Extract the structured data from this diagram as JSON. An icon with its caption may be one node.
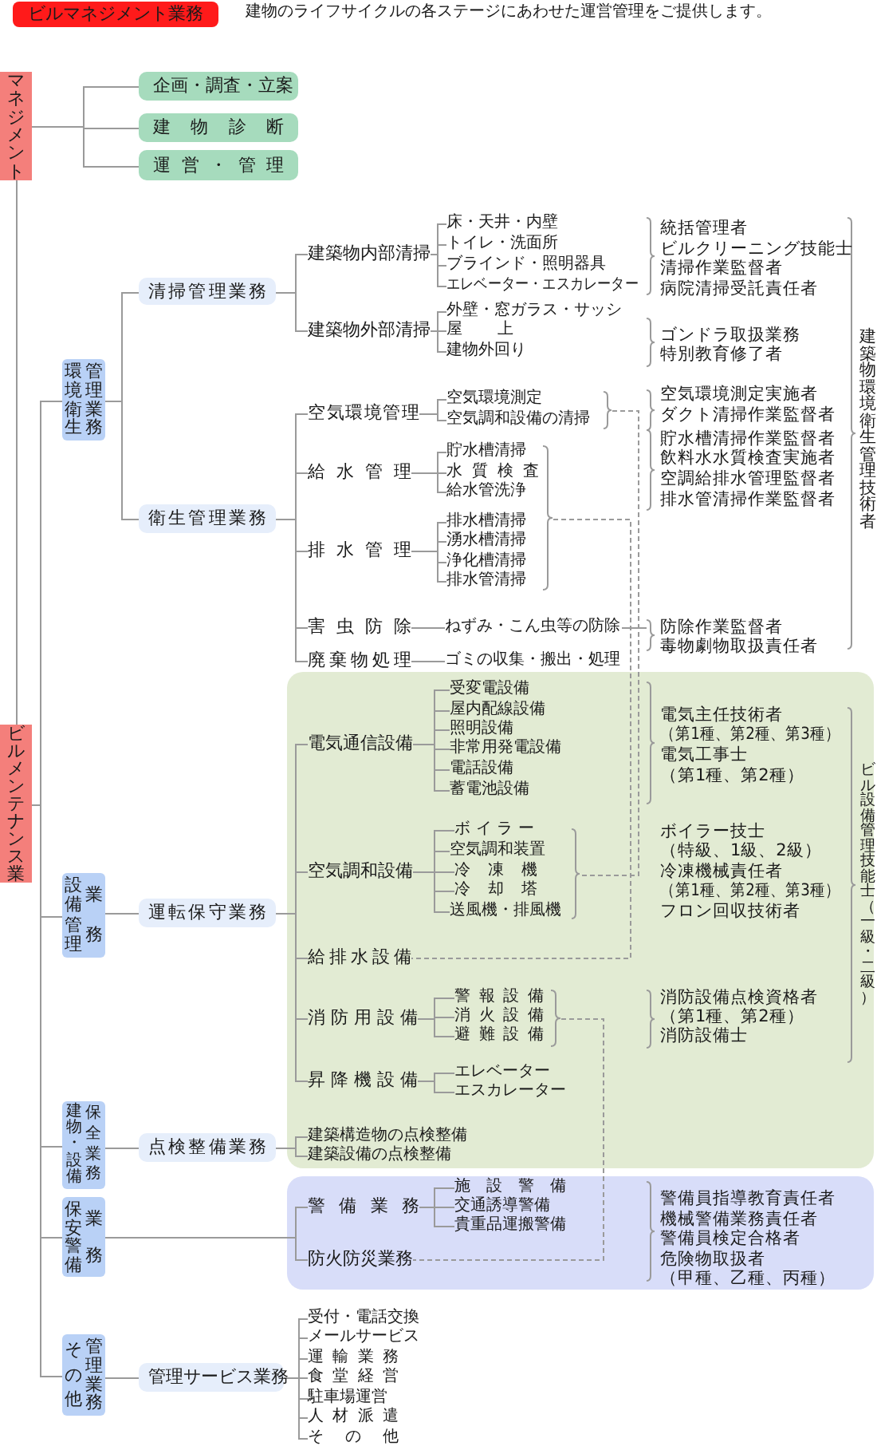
{
  "diagram": {
    "title": "ビルマネジメント業務",
    "nodes": [
      {
        "text": [
          "マネジメント"
        ]
      },
      {
        "text": [
          "企画・調査・立案"
        ]
      },
      {
        "text": [
          "建物診断"
        ]
      },
      {
        "text": [
          "運営・管理"
        ]
      },
      {
        "text": [
          "ビルメンテナンス業"
        ]
      },
      {
        "text": [
          "環境衛生管理業務"
        ]
      },
      {
        "text": [
          "清掃管理業務"
        ]
      },
      {
        "text": [
          "建築物内部清掃"
        ]
      },
      {
        "text": [
          "床・天井・内壁"
        ]
      },
      {
        "text": [
          "トイレ・洗面所"
        ]
      },
      {
        "text": [
          "ブラインド・照明器具"
        ]
      },
      {
        "text": [
          "エレベーター・エスカレーター"
        ]
      },
      {
        "text": [
          "建築物外部清掃"
        ]
      },
      {
        "text": [
          "外壁・窓ガラス・サッシ"
        ]
      },
      {
        "text": [
          "屋上"
        ]
      },
      {
        "text": [
          "建物外回り"
        ]
      },
      {
        "text": [
          "衛生管理業務"
        ]
      },
      {
        "text": [
          "空気環境管理"
        ]
      },
      {
        "text": [
          "空気環境測定"
        ]
      },
      {
        "text": [
          "空気調和設備の清掃"
        ]
      },
      {
        "text": [],
        "shape": "bracket"
      },
      {
        "text": [
          "給水管理"
        ]
      },
      {
        "text": [
          "貯水槽清掃"
        ]
      },
      {
        "text": [
          "水質検査"
        ]
      },
      {
        "text": [
          "給水管洗浄"
        ]
      },
      {
        "text": [
          "排水管理"
        ]
      },
      {
        "text": [
          "排水槽清掃"
        ]
      },
      {
        "text": [
          "湧水槽清掃"
        ]
      },
      {
        "text": [
          "浄化槽清掃"
        ]
      },
      {
        "text": [
          "排水管清掃"
        ]
      },
      {
        "text": [],
        "shape": "bracket"
      },
      {
        "text": [
          "害虫防除"
        ]
      },
      {
        "text": [
          "ねずみ・こん虫等の防除"
        ]
      },
      {
        "text": [
          "廃棄物処理"
        ]
      },
      {
        "text": [
          "ゴミの収集・搬出・処理"
        ]
      },
      {
        "text": [
          "設備管理業務"
        ]
      },
      {
        "text": [
          "運転保守業務"
        ]
      },
      {
        "text": [],
        "shape": "box"
      },
      {
        "text": [
          "電気通信設備"
        ],
        "in": 37
      },
      {
        "text": [
          "受変電設備"
        ],
        "in": 37
      },
      {
        "text": [
          "屋内配線設備"
        ],
        "in": 37
      },
      {
        "text": [
          "照明設備"
        ],
        "in": 37
      },
      {
        "text": [
          "非常用発電設備"
        ],
        "in": 37
      },
      {
        "text": [
          "電話設備"
        ],
        "in": 37
      },
      {
        "text": [
          "蓄電池設備"
        ],
        "in": 37
      },
      {
        "text": [
          "空気調和設備"
        ],
        "in": 37
      },
      {
        "text": [
          "ボイラー"
        ],
        "in": 37
      },
      {
        "text": [
          "空気調和装置"
        ],
        "in": 37
      },
      {
        "text": [
          "冷凍機"
        ],
        "in": 37
      },
      {
        "text": [
          "冷却塔"
        ],
        "in": 37
      },
      {
        "text": [
          "送風機・排風機"
        ],
        "in": 37
      },
      {
        "text": [],
        "shape": "bracket",
        "in": 37
      },
      {
        "text": [
          "給排水設備"
        ],
        "in": 37
      },
      {
        "text": [
          "消防用設備"
        ],
        "in": 37
      },
      {
        "text": [
          "警報設備"
        ],
        "in": 37
      },
      {
        "text": [
          "消火設備"
        ],
        "in": 37
      },
      {
        "text": [
          "避難設備"
        ],
        "in": 37
      },
      {
        "text": [],
        "shape": "bracket",
        "in": 37
      },
      {
        "text": [
          "昇降機設備"
        ],
        "in": 37
      },
      {
        "text": [
          "エレベーター"
        ],
        "in": 37
      },
      {
        "text": [
          "エスカレーター"
        ],
        "in": 37
      },
      {
        "text": [
          "建物・設備保全業務"
        ]
      },
      {
        "text": [
          "点検整備業務"
        ]
      },
      {
        "text": [
          "建築構造物の点検整備"
        ],
        "in": 37
      },
      {
        "text": [
          "建築設備の点検整備"
        ],
        "in": 37
      },
      {
        "text": [
          "保安警備業務"
        ]
      },
      {
        "text": [],
        "shape": "box"
      },
      {
        "text": [
          "警備業務"
        ],
        "in": 66
      },
      {
        "text": [
          "施設警備"
        ],
        "in": 66
      },
      {
        "text": [
          "交通誘導警備"
        ],
        "in": 66
      },
      {
        "text": [
          "貴重品運搬警備"
        ],
        "in": 66
      },
      {
        "text": [
          "防火防災業務"
        ],
        "in": 66
      },
      {
        "text": [
          "その他管理業務"
        ]
      },
      {
        "text": [
          "管理サービス業務"
        ]
      },
      {
        "text": [
          "受付・電話交換"
        ]
      },
      {
        "text": [
          "メールサービス"
        ]
      },
      {
        "text": [
          "運輸業務"
        ]
      },
      {
        "text": [
          "食堂経営"
        ]
      },
      {
        "text": [
          "駐車場運営"
        ]
      },
      {
        "text": [
          "人材派遣"
        ]
      },
      {
        "text": [
          "その他"
        ]
      }
    ],
    "edges": [
      {
        "from": 0,
        "to": 1,
        "arrow": "none"
      },
      {
        "from": 0,
        "to": 2,
        "arrow": "none"
      },
      {
        "from": 0,
        "to": 3,
        "arrow": "none"
      },
      {
        "from": 0,
        "to": 4,
        "arrow": "none"
      },
      {
        "from": 4,
        "to": 5,
        "arrow": "none"
      },
      {
        "from": 4,
        "to": 35,
        "arrow": "none"
      },
      {
        "from": 4,
        "to": 61,
        "arrow": "none"
      },
      {
        "from": 4,
        "to": 65,
        "arrow": "none"
      },
      {
        "from": 4,
        "to": 72,
        "arrow": "none"
      },
      {
        "from": 5,
        "to": 6,
        "arrow": "none"
      },
      {
        "from": 5,
        "to": 16,
        "arrow": "none"
      },
      {
        "from": 6,
        "to": 7,
        "arrow": "none"
      },
      {
        "from": 6,
        "to": 12,
        "arrow": "none"
      },
      {
        "from": 7,
        "to": 8,
        "arrow": "none"
      },
      {
        "from": 7,
        "to": 9,
        "arrow": "none"
      },
      {
        "from": 7,
        "to": 10,
        "arrow": "none"
      },
      {
        "from": 7,
        "to": 11,
        "arrow": "none"
      },
      {
        "from": 12,
        "to": 13,
        "arrow": "none"
      },
      {
        "from": 12,
        "to": 14,
        "arrow": "none"
      },
      {
        "from": 12,
        "to": 15,
        "arrow": "none"
      },
      {
        "from": 16,
        "to": 17,
        "arrow": "none"
      },
      {
        "from": 16,
        "to": 21,
        "arrow": "none"
      },
      {
        "from": 16,
        "to": 25,
        "arrow": "none"
      },
      {
        "from": 16,
        "to": 31,
        "arrow": "none"
      },
      {
        "from": 16,
        "to": 33,
        "arrow": "none"
      },
      {
        "from": 17,
        "to": 18,
        "arrow": "none"
      },
      {
        "from": 17,
        "to": 19,
        "arrow": "none"
      },
      {
        "from": 21,
        "to": 22,
        "arrow": "none"
      },
      {
        "from": 21,
        "to": 23,
        "arrow": "none"
      },
      {
        "from": 21,
        "to": 24,
        "arrow": "none"
      },
      {
        "from": 25,
        "to": 26,
        "arrow": "none"
      },
      {
        "from": 25,
        "to": 27,
        "arrow": "none"
      },
      {
        "from": 25,
        "to": 28,
        "arrow": "none"
      },
      {
        "from": 25,
        "to": 29,
        "arrow": "none"
      },
      {
        "from": 31,
        "to": 32,
        "arrow": "none"
      },
      {
        "from": 33,
        "to": 34,
        "arrow": "none"
      },
      {
        "from": 20,
        "to": 51,
        "arrow": "none",
        "style": "dashed"
      },
      {
        "from": 30,
        "to": 52,
        "arrow": "none",
        "style": "dashed"
      },
      {
        "from": 35,
        "to": 36,
        "arrow": "none"
      },
      {
        "from": 36,
        "to": 38,
        "arrow": "none"
      },
      {
        "from": 36,
        "to": 45,
        "arrow": "none"
      },
      {
        "from": 36,
        "to": 52,
        "arrow": "none"
      },
      {
        "from": 36,
        "to": 53,
        "arrow": "none"
      },
      {
        "from": 36,
        "to": 58,
        "arrow": "none"
      },
      {
        "from": 38,
        "to": 39,
        "arrow": "none"
      },
      {
        "from": 38,
        "to": 40,
        "arrow": "none"
      },
      {
        "from": 38,
        "to": 41,
        "arrow": "none"
      },
      {
        "from": 38,
        "to": 42,
        "arrow": "none"
      },
      {
        "from": 38,
        "to": 43,
        "arrow": "none"
      },
      {
        "from": 38,
        "to": 44,
        "arrow": "none"
      },
      {
        "from": 45,
        "to": 46,
        "arrow": "none"
      },
      {
        "from": 45,
        "to": 47,
        "arrow": "none"
      },
      {
        "from": 45,
        "to": 48,
        "arrow": "none"
      },
      {
        "from": 45,
        "to": 49,
        "arrow": "none"
      },
      {
        "from": 45,
        "to": 50,
        "arrow": "none"
      },
      {
        "from": 53,
        "to": 54,
        "arrow": "none"
      },
      {
        "from": 53,
        "to": 55,
        "arrow": "none"
      },
      {
        "from": 53,
        "to": 56,
        "arrow": "none"
      },
      {
        "from": 57,
        "to": 71,
        "arrow": "none",
        "style": "dashed"
      },
      {
        "from": 58,
        "to": 59,
        "arrow": "none"
      },
      {
        "from": 58,
        "to": 60,
        "arrow": "none"
      },
      {
        "from": 61,
        "to": 62,
        "arrow": "none"
      },
      {
        "from": 62,
        "to": 63,
        "arrow": "none"
      },
      {
        "from": 62,
        "to": 64,
        "arrow": "none"
      },
      {
        "from": 65,
        "to": 67,
        "arrow": "none"
      },
      {
        "from": 65,
        "to": 71,
        "arrow": "none"
      },
      {
        "from": 67,
        "to": 68,
        "arrow": "none"
      },
      {
        "from": 67,
        "to": 69,
        "arrow": "none"
      },
      {
        "from": 67,
        "to": 70,
        "arrow": "none"
      },
      {
        "from": 72,
        "to": 73,
        "arrow": "none"
      },
      {
        "from": 73,
        "to": 74,
        "arrow": "none"
      },
      {
        "from": 73,
        "to": 75,
        "arrow": "none"
      },
      {
        "from": 73,
        "to": 76,
        "arrow": "none"
      },
      {
        "from": 73,
        "to": 77,
        "arrow": "none"
      },
      {
        "from": 73,
        "to": 78,
        "arrow": "none"
      },
      {
        "from": 73,
        "to": 79,
        "arrow": "none"
      },
      {
        "from": 73,
        "to": 80,
        "arrow": "none"
      }
    ],
    "labels": [
      "建物のライフサイクルの各ステージにあわせた運営管理をご提供します。",
      "統括管理者",
      "ビルクリーニング技能士",
      "清掃作業監督者",
      "病院清掃受託責任者",
      "ゴンドラ取扱業務特別教育修了者",
      "空気環境測定実施者",
      "ダクト清掃作業監督者",
      "貯水槽清掃作業監督者",
      "飲料水水質検査実施者",
      "空調給排水管理監督者",
      "排水管清掃作業監督者",
      "防除作業監督者",
      "毒物劇物取扱責任者",
      "建築物環境衛生管理技術者",
      "電気主任技術者",
      "（第1種、第2種、第3種）",
      "電気工事士",
      "（第1種、第2種）",
      "ボイラー技士",
      "（特級、1級、2級）",
      "冷凍機械責任者",
      "（第1種、第2種、第3種）",
      "フロン回収技術者",
      "消防設備点検資格者",
      "（第1種、第2種）",
      "消防設備士",
      "ビル設備管理技能士（一級・二級）",
      "警備員指導教育責任者",
      "機械警備業務責任者",
      "警備員検定合格者",
      "危険物取扱者",
      "（甲種、乙種、丙種）"
    ]
  }
}
